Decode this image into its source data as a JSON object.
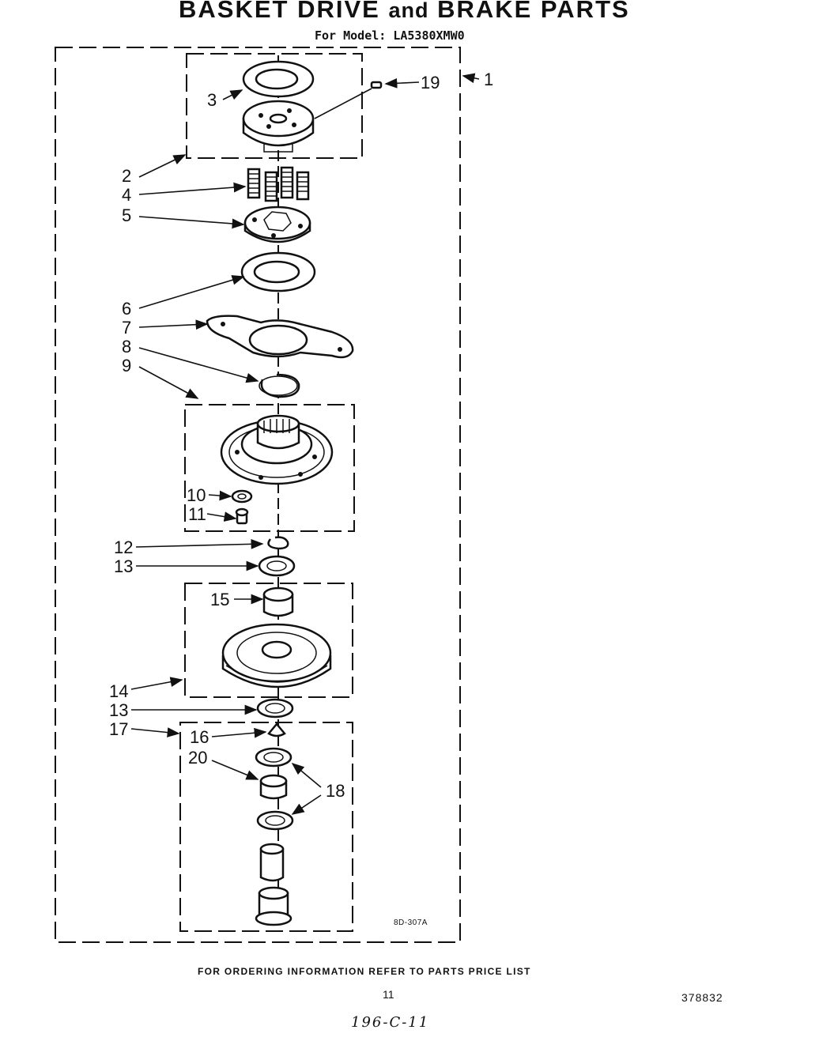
{
  "title": {
    "main_a": "BASKET DRIVE",
    "main_b": "and",
    "main_c": "BRAKE PARTS"
  },
  "subtitle": "For Model: LA5380XMW0",
  "figure_ref": "8D-307A",
  "footer": "FOR ORDERING INFORMATION REFER TO PARTS PRICE LIST",
  "page_number": "11",
  "doc_number": "378832",
  "handwritten_code": "196-C-11",
  "callouts": [
    "1",
    "2",
    "3",
    "4",
    "5",
    "6",
    "7",
    "8",
    "9",
    "10",
    "11",
    "12",
    "13",
    "13",
    "14",
    "15",
    "16",
    "17",
    "18",
    "19",
    "20"
  ]
}
